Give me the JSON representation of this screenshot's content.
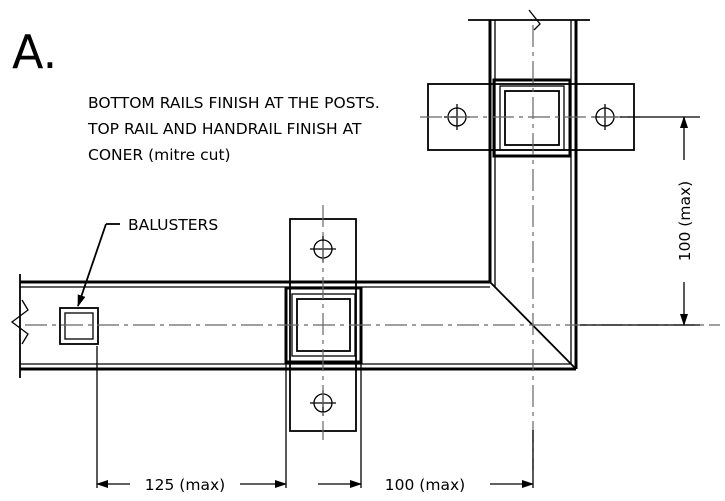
{
  "drawing": {
    "title": "A.",
    "note_lines": [
      "BOTTOM RAILS FINISH AT THE POSTS.",
      "TOP RAIL AND HANDRAIL FINISH AT",
      "CONER (mitre cut)"
    ],
    "callout_label": "BALUSTERS",
    "dimensions": {
      "balusters_spacing": "125 (max)",
      "post_spacing": "100 (max)",
      "rail_offset": "100 (max)"
    },
    "line_color": "#000000",
    "centerline_color": "#666666"
  }
}
